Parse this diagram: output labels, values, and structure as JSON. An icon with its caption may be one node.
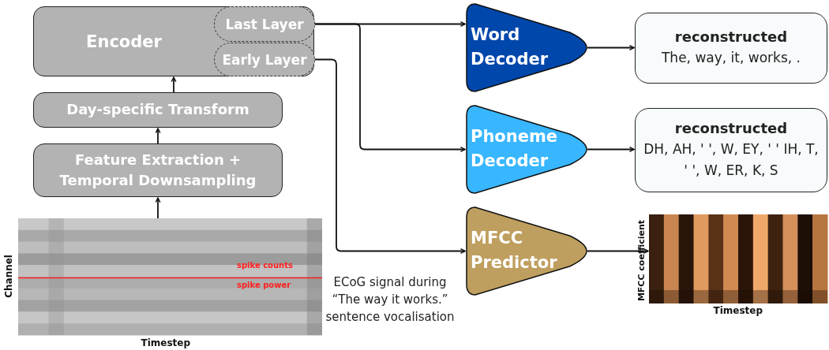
{
  "diagram": {
    "nodes": [
      {
        "text": [
          "Encoder"
        ]
      },
      {
        "text": [
          "Last Layer"
        ],
        "in": 0
      },
      {
        "text": [
          "Early Layer"
        ],
        "in": 0
      },
      {
        "text": [
          "Day-specific Transform"
        ]
      },
      {
        "text": [
          "Feature Extraction + Temporal Downsampling"
        ]
      },
      {
        "text": [],
        "shape": "picture",
        "beside": [
          "Channel",
          "Timestep",
          "ECoG signal during “The way it works.” sentence vocalisation"
        ]
      },
      {
        "text": [
          "Word Decoder"
        ]
      },
      {
        "text": [
          "Phoneme Decoder"
        ]
      },
      {
        "text": [
          "MFCC Predictor"
        ]
      },
      {
        "text": [
          "reconstructed",
          "The, way, it, works, ."
        ]
      },
      {
        "text": [
          "reconstructed",
          "DH, AH, ' ', W, EY, ' ' IH, T, ' ', W, ER, K, S"
        ]
      },
      {
        "text": [],
        "shape": "picture",
        "beside": [
          "MFCC coefficient",
          "Timestep"
        ]
      }
    ],
    "edges": [
      {
        "from": 5,
        "to": 4,
        "arrow": "to"
      },
      {
        "from": 4,
        "to": 3,
        "arrow": "to"
      },
      {
        "from": 3,
        "to": 0,
        "arrow": "to"
      },
      {
        "from": 1,
        "to": 6,
        "arrow": "to"
      },
      {
        "from": 1,
        "to": 7,
        "arrow": "to"
      },
      {
        "from": 2,
        "to": 8,
        "arrow": "to"
      },
      {
        "from": 6,
        "to": 9,
        "arrow": "to"
      },
      {
        "from": 7,
        "to": 10,
        "arrow": "to"
      },
      {
        "from": 8,
        "to": 11,
        "arrow": "to"
      }
    ],
    "labels": [
      "spike counts",
      "spike power"
    ]
  }
}
